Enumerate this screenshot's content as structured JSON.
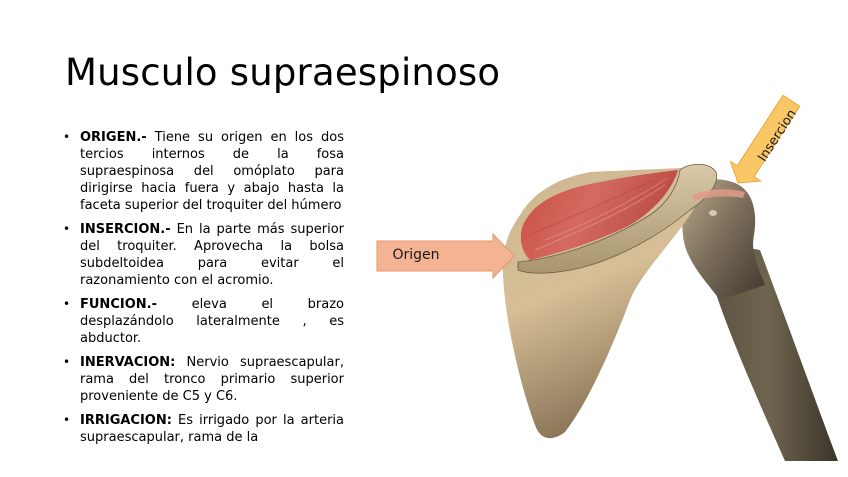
{
  "slide": {
    "title": "Musculo supraespinoso",
    "bullets": [
      {
        "label": "ORIGEN.-",
        "text": " Tiene su origen en los dos tercios internos de la fosa supraespinosa del omóplato para dirigirse hacia fuera y abajo hasta la faceta superior del troquiter del húmero"
      },
      {
        "label": "INSERCION.-",
        "text": "  En la parte más superior del troquiter. Aprovecha la bolsa subdeltoidea para evitar el razonamiento con el acromio."
      },
      {
        "label": "FUNCION.-",
        "text": "  eleva el brazo desplazándolo lateralmente , es abductor."
      },
      {
        "label": "INERVACION:",
        "text": "  Nervio supraescapular, rama del tronco primario superior proveniente de C5 y C6."
      },
      {
        "label": "IRRIGACION:",
        "text": "  Es irrigado por la arteria supraescapular, rama de la"
      }
    ],
    "bullet_glyph": "•",
    "figure": {
      "description": "shoulder-anatomy-illustration",
      "callouts": {
        "origen": "Origen",
        "insercion": "Insercion"
      },
      "colors": {
        "origen_arrow": "#f4b393",
        "origen_arrow_border": "#e8956f",
        "insercion_arrow": "#f9c766",
        "insercion_arrow_border": "#e9a93a",
        "bone_light": "#d9c4a0",
        "bone_dark": "#4e463a",
        "muscle": "#c9544c"
      }
    }
  }
}
